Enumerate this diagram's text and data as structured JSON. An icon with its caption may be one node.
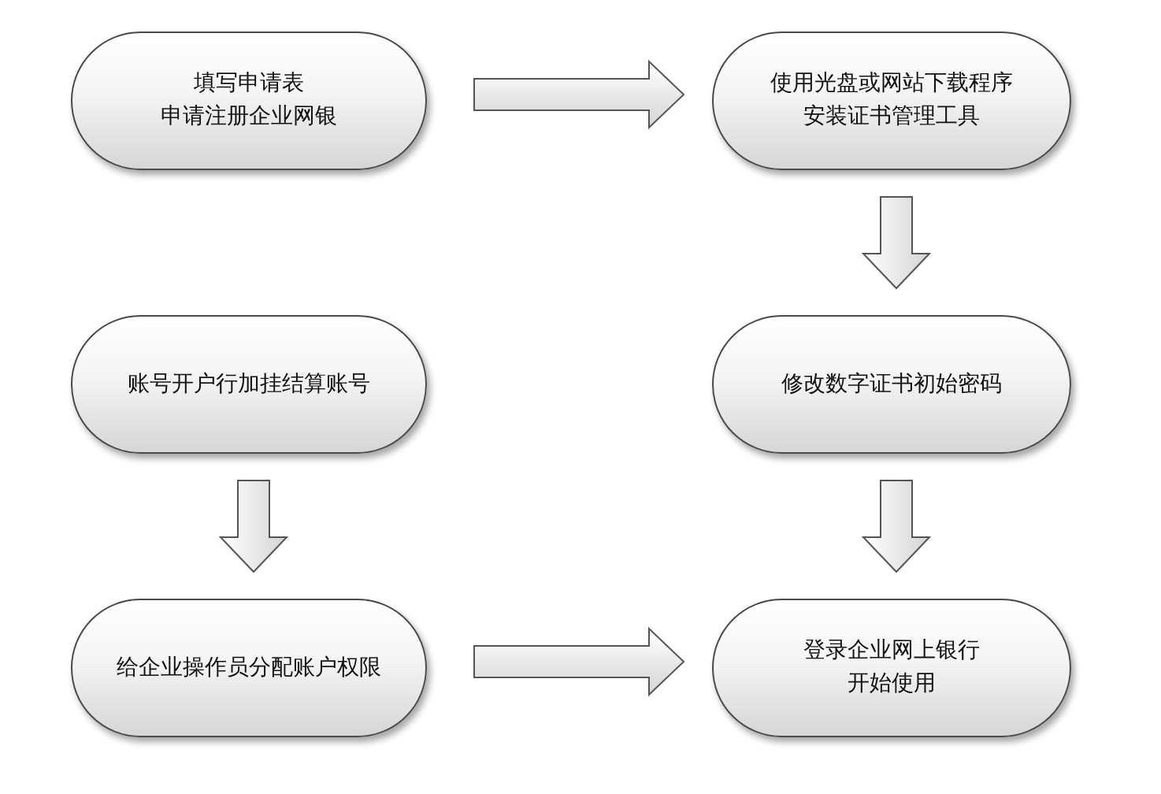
{
  "diagram": {
    "nodes": [
      {
        "text": [
          "填写申请表",
          "申请注册企业网银"
        ]
      },
      {
        "text": [
          "使用光盘或网站下载程序",
          "安装证书管理工具"
        ]
      },
      {
        "text": [
          "修改数字证书初始密码"
        ]
      },
      {
        "text": [
          "账号开户行加挂结算账号"
        ]
      },
      {
        "text": [
          "给企业操作员分配账户权限"
        ]
      },
      {
        "text": [
          "登录企业网上银行",
          "开始使用"
        ]
      }
    ],
    "edges": [
      {
        "from": 0,
        "to": 1,
        "arrow": "to"
      },
      {
        "from": 1,
        "to": 2,
        "arrow": "to"
      },
      {
        "from": 2,
        "to": 5,
        "arrow": "to"
      },
      {
        "from": 3,
        "to": 4,
        "arrow": "to"
      },
      {
        "from": 4,
        "to": 5,
        "arrow": "to"
      }
    ]
  }
}
